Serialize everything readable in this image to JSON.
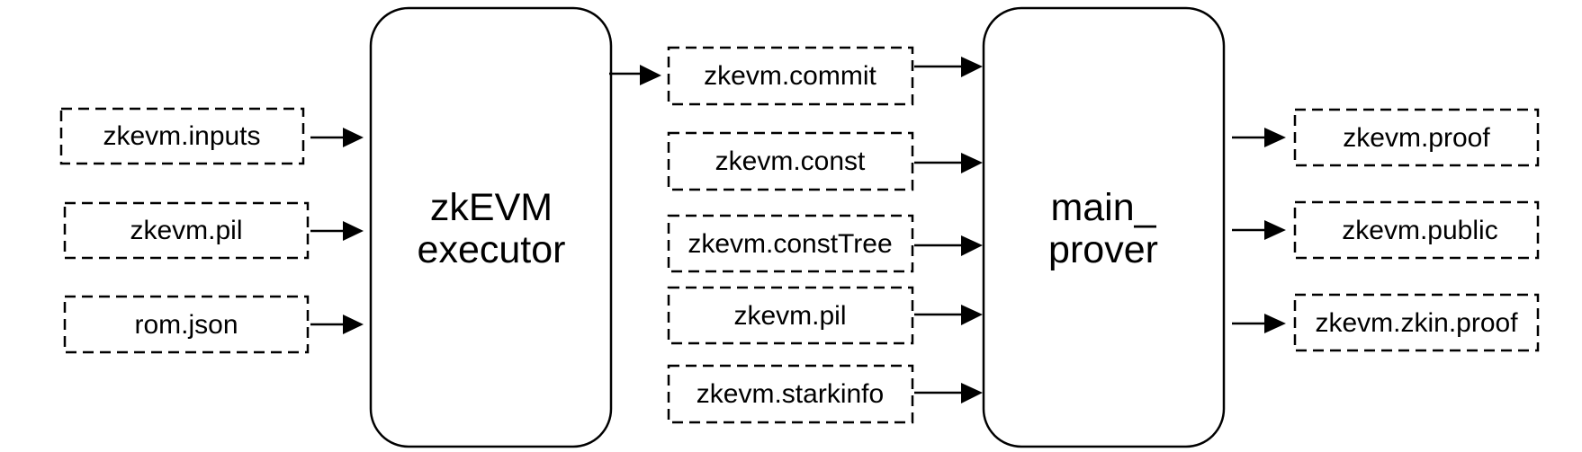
{
  "processes": {
    "executor": {
      "line1": "zkEVM",
      "line2": "executor"
    },
    "prover": {
      "line1": "main_",
      "line2": "prover"
    }
  },
  "inputs": [
    "zkevm.inputs",
    "zkevm.pil",
    "rom.json"
  ],
  "intermediate": [
    "zkevm.commit",
    "zkevm.const",
    "zkevm.constTree",
    "zkevm.pil",
    "zkevm.starkinfo"
  ],
  "outputs": [
    "zkevm.proof",
    "zkevm.public",
    "zkevm.zkin.proof"
  ],
  "colors": {
    "stroke": "#000000",
    "background": "#ffffff"
  }
}
